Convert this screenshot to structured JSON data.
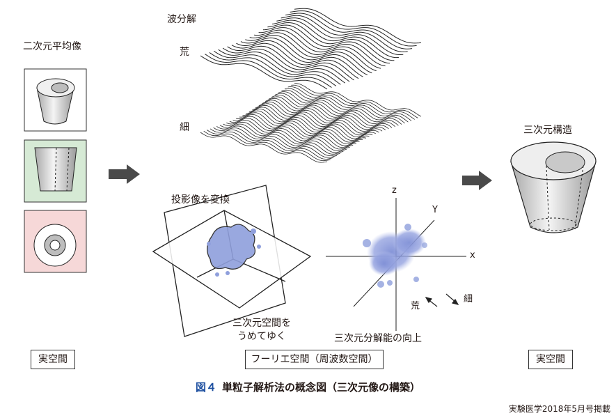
{
  "labels": {
    "avg2d": "二次元平均像",
    "wave_decomp": "波分解",
    "coarse": "荒",
    "fine": "細",
    "structure3d": "三次元構造",
    "projection_transform": "投影像を変換",
    "fill_space": "三次元空間を\nうめてゆく",
    "resolution_up": "三次元分解能の向上",
    "axis_z": "z",
    "axis_y": "Y",
    "axis_x": "x",
    "arrow_coarse": "荒",
    "arrow_fine": "細"
  },
  "footer_boxes": {
    "real_space_left": "実空間",
    "fourier_space": "フーリエ空間（周波数空間）",
    "real_space_right": "実空間"
  },
  "caption": {
    "number": "図４",
    "title": "単粒子解析法の概念図（三次元像の構築）"
  },
  "credit": "実験医学2018年5月号掲載",
  "colors": {
    "panel_green": "#d6ead5",
    "panel_pink": "#f6d8d8",
    "blob_blue": "#8f9fdc",
    "arrow_gray": "#4a4a4a",
    "caption_blue": "#1d4fa0"
  },
  "icons": [
    "right-arrow-icon",
    "cylinder-cup-icon",
    "plane-sheet-icon",
    "axis-icon"
  ]
}
